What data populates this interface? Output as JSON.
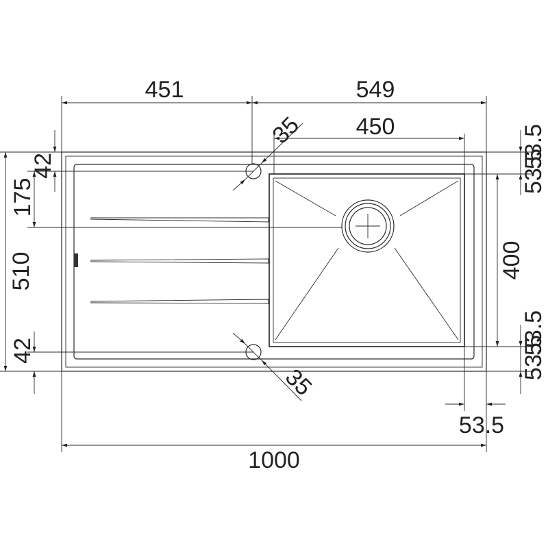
{
  "drawing": {
    "dimensions": {
      "drainer_width": "451",
      "bowl_section_width": "549",
      "tap_hole_top": "35",
      "tap_hole_bottom": "35",
      "bowl_width": "450",
      "top_margin_right": "53.5",
      "top_margin_right_inner": "53.5",
      "bowl_depth": "400",
      "bottom_margin_right": "53.5",
      "bottom_margin_right_inner": "53.5",
      "right_margin": "53.5",
      "total_width": "1000",
      "left_top_offset": "42",
      "left_tap_offset": "175",
      "total_depth": "510",
      "left_bottom_offset": "42"
    }
  }
}
